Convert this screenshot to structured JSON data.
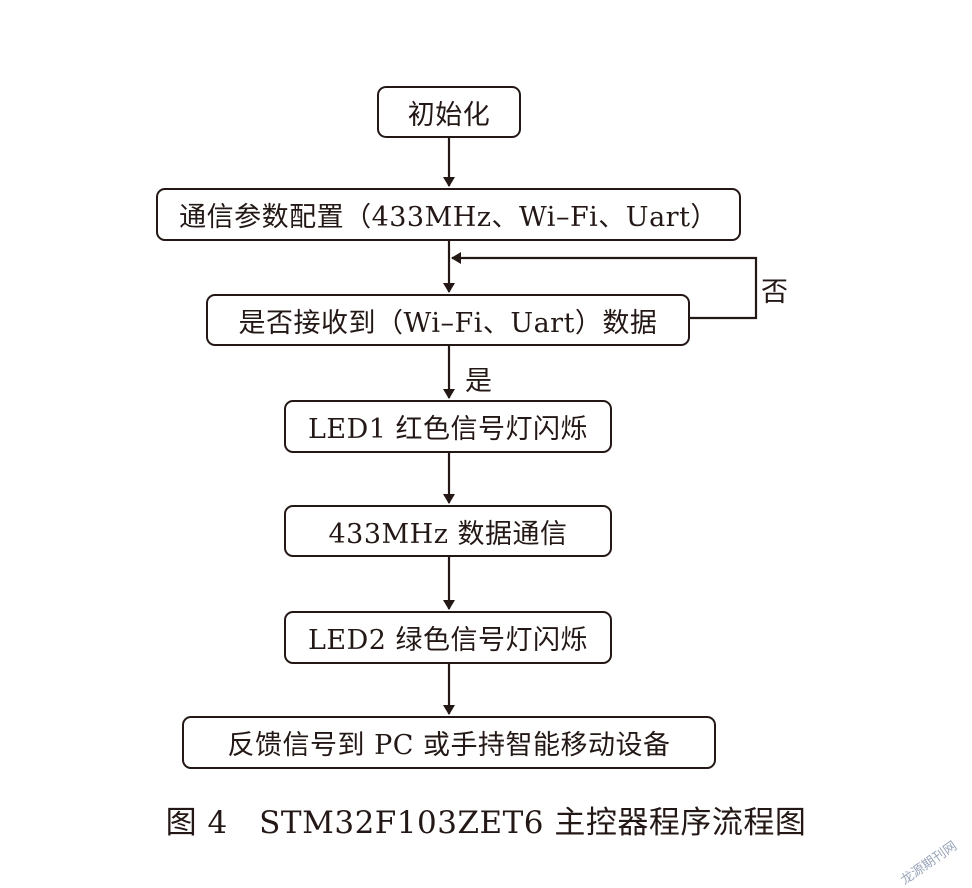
{
  "diagram": {
    "nodes": {
      "init": "初始化",
      "config": "通信参数配置（433MHz、Wi–Fi、Uart）",
      "check": "是否接收到（Wi–Fi、Uart）数据",
      "led1": "LED1 红色信号灯闪烁",
      "comm": "433MHz 数据通信",
      "led2": "LED2 绿色信号灯闪烁",
      "feedback": "反馈信号到 PC 或手持智能移动设备"
    },
    "edge_labels": {
      "no": "否",
      "yes": "是"
    },
    "caption": "图 4　STM32F103ZET6 主控器程序流程图"
  },
  "watermark": "龙源期刊网",
  "colors": {
    "line": "#231815",
    "background": "#ffffff"
  }
}
